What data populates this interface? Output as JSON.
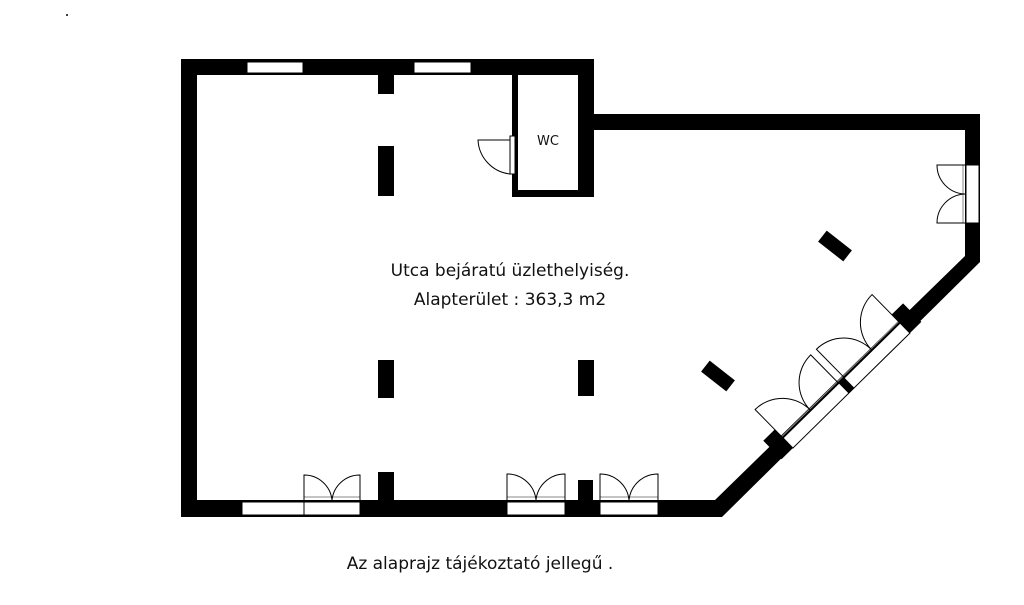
{
  "plan": {
    "room_label": "WC",
    "title_line1": "Utca bejáratú üzlethelyiség.",
    "title_line2": "Alapterület : 363,3 m2",
    "disclaimer": "Az alaprajz tájékoztató jellegű .",
    "wall_color": "#000000",
    "background_color": "#ffffff"
  }
}
